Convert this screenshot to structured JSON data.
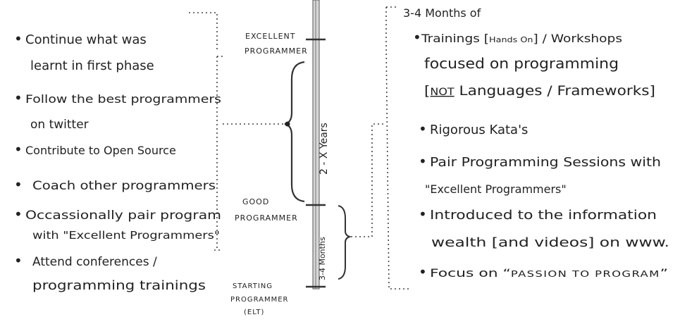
{
  "levels": {
    "excellent_line1": "EXCELLENT",
    "excellent_line2": "PROGRAMMER",
    "good_line1": "GOOD",
    "good_line2": "PROGRAMMER",
    "starting_line1": "STARTING",
    "starting_line2": "PROGRAMMER",
    "starting_line3": "(ELT)"
  },
  "timeline": {
    "long_phase": "2 - X Years",
    "short_phase": "3-4 Months"
  },
  "left_list": {
    "items": [
      {
        "line1": "Continue what was",
        "line2": "learnt in first phase"
      },
      {
        "line1": "Follow the best programmers",
        "line2": "on twitter"
      },
      {
        "line1": "Contribute to Open Source",
        "line2": ""
      },
      {
        "line1": "Coach other programmers",
        "line2": ""
      },
      {
        "line1": "Occassionally pair program",
        "line2": "with \"Excellent Programmers\""
      },
      {
        "line1": "Attend conferences /",
        "line2": "programming trainings"
      }
    ]
  },
  "right_list": {
    "header": "3-4 Months of",
    "item1": {
      "line1_pre": "Trainings [",
      "line1_small": "Hands On",
      "line1_post": "] / Workshops",
      "line2": "focused on programming",
      "line3_pre": "[",
      "line3_not": "NOT",
      "line3_post": " Languages / Frameworks]"
    },
    "item2": {
      "line1": "Rigorous Kata's"
    },
    "item3": {
      "line1": "Pair Programming Sessions with",
      "line2": "\"Excellent Programmers\""
    },
    "item4": {
      "line1": "Introduced to the information",
      "line2": "wealth [and videos] on www."
    },
    "item5": {
      "pre": "Focus on “",
      "caps": "PASSION TO PROGRAM",
      "post": "”"
    }
  }
}
